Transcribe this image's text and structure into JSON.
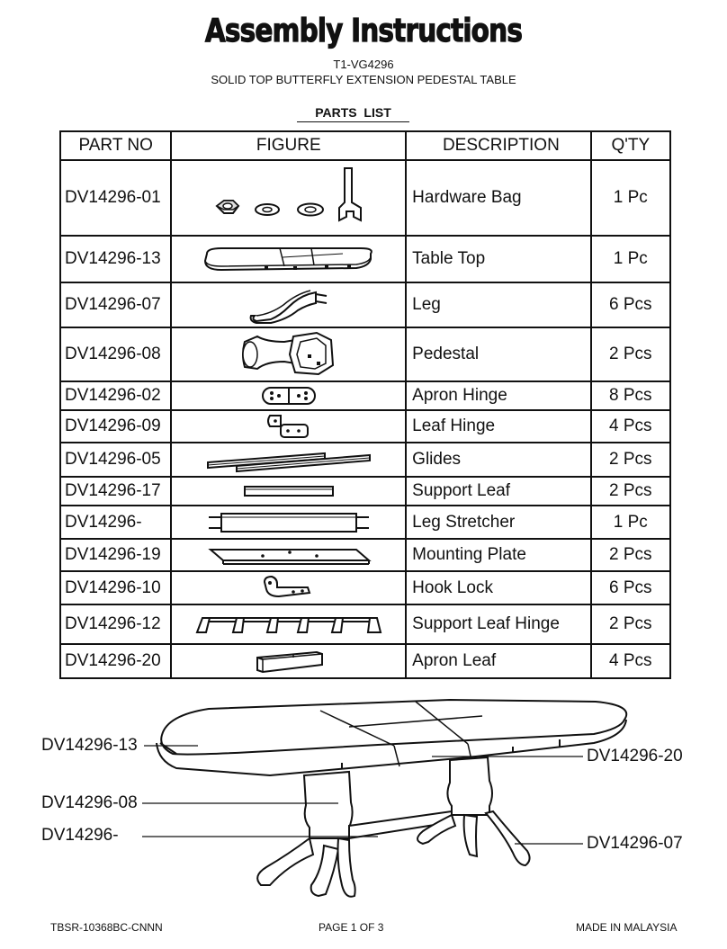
{
  "header": {
    "title": "Assembly Instructions",
    "model": "T1-VG4296",
    "subtitle": "SOLID TOP BUTTERFLY EXTENSION PEDESTAL TABLE",
    "parts_list_label": "PARTS  LIST"
  },
  "table": {
    "headers": [
      "PART NO",
      "FIGURE",
      "DESCRIPTION",
      "Q'TY"
    ],
    "rows": [
      {
        "part_no": "DV14296-01",
        "description": "Hardware Bag",
        "qty": "1 Pc",
        "icon": "hardware-bag-icon"
      },
      {
        "part_no": "DV14296-13",
        "description": "Table Top",
        "qty": "1 Pc",
        "icon": "table-top-icon"
      },
      {
        "part_no": "DV14296-07",
        "description": "Leg",
        "qty": "6 Pcs",
        "icon": "leg-icon"
      },
      {
        "part_no": "DV14296-08",
        "description": "Pedestal",
        "qty": "2 Pcs",
        "icon": "pedestal-icon"
      },
      {
        "part_no": "DV14296-02",
        "description": "Apron Hinge",
        "qty": "8 Pcs",
        "icon": "apron-hinge-icon"
      },
      {
        "part_no": "DV14296-09",
        "description": "Leaf Hinge",
        "qty": "4 Pcs",
        "icon": "leaf-hinge-icon"
      },
      {
        "part_no": "DV14296-05",
        "description": "Glides",
        "qty": "2 Pcs",
        "icon": "glides-icon"
      },
      {
        "part_no": "DV14296-17",
        "description": "Support Leaf",
        "qty": "2 Pcs",
        "icon": "support-leaf-icon"
      },
      {
        "part_no": "DV14296-",
        "description": "Leg Stretcher",
        "qty": "1 Pc",
        "icon": "leg-stretcher-icon"
      },
      {
        "part_no": "DV14296-19",
        "description": "Mounting Plate",
        "qty": "2 Pcs",
        "icon": "mounting-plate-icon"
      },
      {
        "part_no": "DV14296-10",
        "description": "Hook Lock",
        "qty": "6 Pcs",
        "icon": "hook-lock-icon"
      },
      {
        "part_no": "DV14296-12",
        "description": "Support Leaf Hinge",
        "qty": "2 Pcs",
        "icon": "support-leaf-hinge-icon"
      },
      {
        "part_no": "DV14296-20",
        "description": "Apron Leaf",
        "qty": "4 Pcs",
        "icon": "apron-leaf-icon"
      }
    ]
  },
  "diagram": {
    "callouts": {
      "table_top": "DV14296-13",
      "pedestal": "DV14296-08",
      "stretcher": "DV14296-",
      "apron_leaf": "DV14296-20",
      "leg": "DV14296-07"
    }
  },
  "footer": {
    "doc_code": "TBSR-10368BC-CNNN",
    "page": "PAGE 1 OF 3",
    "origin": "MADE IN MALAYSIA"
  }
}
